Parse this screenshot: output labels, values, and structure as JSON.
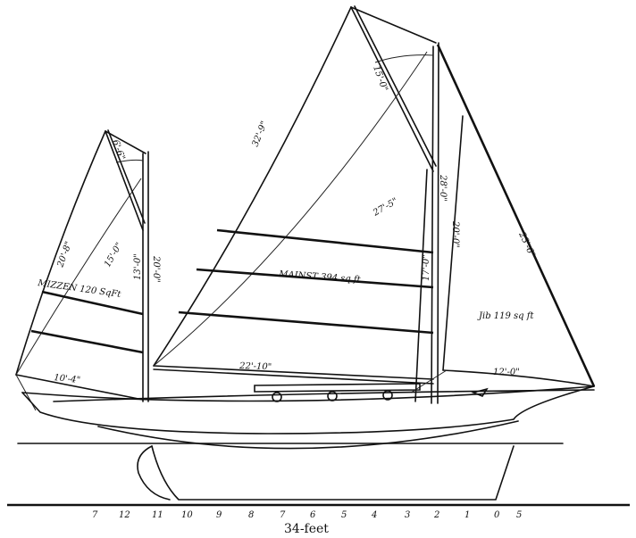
{
  "mizzen": {
    "name": "MIZZEN 120 SqFt",
    "gaff": "6'-6\"",
    "leech": "20'-8\"",
    "diagonal": "15'-0\"",
    "luff": "13'-0\"",
    "mast": "20'-0\"",
    "boom": "10'-4\""
  },
  "mainsail": {
    "name": "MAINST 394 sq ft",
    "leech": "32'-9\"",
    "gaff": "15'-0\"",
    "diagonal": "27'-5\"",
    "mast": "28'-0\"",
    "luff": "17'-0\"",
    "boom": "22'-10\""
  },
  "jib": {
    "name": "Jib 119 sq ft",
    "luff": "20'-0\"",
    "stay": "23'-6\"",
    "foot": "12'-0\""
  },
  "scale": {
    "ticks": [
      "7",
      "12",
      "11",
      "10",
      "9",
      "8",
      "7",
      "6",
      "5",
      "4",
      "3",
      "2",
      "1",
      "0",
      "5"
    ],
    "caption": "34-feet"
  }
}
